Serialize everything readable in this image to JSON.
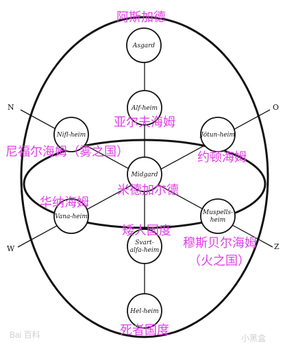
{
  "nodes": {
    "asgard": "Asgard",
    "alfheim": "Alf-heim",
    "niflheim": "Nifl-heim",
    "jotunheim": "Jötun-heim",
    "midgard": "Midgard",
    "vanaheim": "Vana-heim",
    "muspellsheim_1": "Muspells-",
    "muspellsheim_2": "heim",
    "svartalfaheim_1": "Svart-",
    "svartalfaheim_2": "alfa-heim",
    "helheim": "Hel-heim"
  },
  "compass": {
    "n": "N",
    "o": "O",
    "w": "W",
    "z": "Z"
  },
  "annotations": {
    "asgard": "阿斯加德",
    "alfheim": "亚尔夫海姆",
    "niflheim": "尼福尔海姆（雾之国）",
    "jotunheim": "约顿海姆",
    "midgard": "米德加尔德",
    "vanaheim": "华纳海姆",
    "svartalfaheim": "矮人国度",
    "muspellsheim_1": "穆斯贝尔海姆",
    "muspellsheim_2": "（火之国）",
    "helheim": "死者国度"
  },
  "watermark": {
    "left": "Bai 百科",
    "right": "小黑盒"
  },
  "colors": {
    "annotation": "#e040e6",
    "line": "#111111"
  }
}
